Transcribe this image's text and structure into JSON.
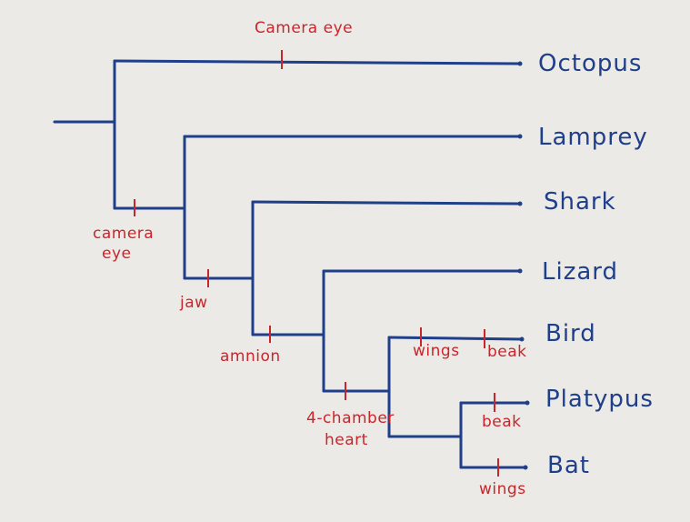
{
  "taxa": {
    "octopus": "Octopus",
    "lamprey": "Lamprey",
    "shark": "Shark",
    "lizard": "Lizard",
    "bird": "Bird",
    "platypus": "Platypus",
    "bat": "Bat"
  },
  "traits": {
    "camera_eye_top": "Camera eye",
    "camera_eye_left_line1": "camera",
    "camera_eye_left_line2": "eye",
    "jaw": "jaw",
    "amnion": "amnion",
    "four_chamber_line1": "4-chamber",
    "four_chamber_line2": "heart",
    "wings_bird": "wings",
    "beak_bird": "beak",
    "beak_platypus": "beak",
    "wings_bat": "wings"
  },
  "colors": {
    "ink_blue": "#1f3f8a",
    "ink_red": "#c8262c",
    "paper": "#ebeae6"
  }
}
